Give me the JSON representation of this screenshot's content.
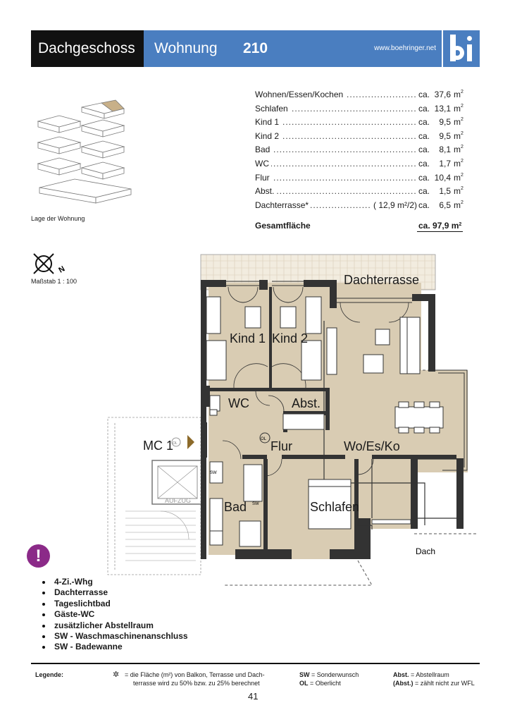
{
  "header": {
    "floor": "Dachgeschoss",
    "unit_label": "Wohnung",
    "unit_number": "210",
    "url": "www.boehringer.net",
    "logo": "boehringer-logo"
  },
  "areas": [
    {
      "label": "Wohnen/Essen/Kochen",
      "ca": "ca.",
      "value": "37,6",
      "unit": "m"
    },
    {
      "label": "Schlafen",
      "ca": "ca.",
      "value": "13,1",
      "unit": "m"
    },
    {
      "label": "Kind 1",
      "ca": "ca.",
      "value": "9,5",
      "unit": "m"
    },
    {
      "label": "Kind 2",
      "ca": "ca.",
      "value": "9,5",
      "unit": "m"
    },
    {
      "label": "Bad",
      "ca": "ca.",
      "value": "8,1",
      "unit": "m"
    },
    {
      "label": "WC",
      "ca": "ca.",
      "value": "1,7",
      "unit": "m"
    },
    {
      "label": "Flur",
      "ca": "ca.",
      "value": "10,4",
      "unit": "m"
    },
    {
      "label": "Abst.",
      "ca": "ca.",
      "value": "1,5",
      "unit": "m"
    },
    {
      "label": "Dachterrasse*",
      "extra": "( 12,9 m²/2)",
      "ca": "ca.",
      "value": "6,5",
      "unit": "m"
    }
  ],
  "total": {
    "label": "Gesamtfläche",
    "value": "ca. 97,9",
    "unit": "m"
  },
  "unit_sup": "2",
  "location_caption": "Lage der Wohnung",
  "scale": "Maßstab 1 : 100",
  "compass_letter": "N",
  "plan_labels": {
    "dachterrasse": "Dachterrasse",
    "kind1": "Kind 1",
    "kind2": "Kind 2",
    "wc": "WC",
    "abst": "Abst.",
    "mc": "MC 1",
    "mc_small": "OL",
    "ol": "OL",
    "flur": "Flur",
    "woesko": "Wo/Es/Ko",
    "bad": "Bad",
    "schlafen": "Schlafen",
    "aufzug": "AUFZUG",
    "dach": "Dach",
    "sw1": "SW",
    "sw2": "SW"
  },
  "notice_icon": "!",
  "features": [
    "4-Zi.-Whg",
    "Dachterrasse",
    "Tageslichtbad",
    "Gäste-WC",
    "zusätzlicher Abstellraum",
    "SW - Waschmaschinenanschluss",
    "SW - Badewanne"
  ],
  "legend": {
    "title": "Legende:",
    "star": "✲",
    "star_text_1": "= die Fläche (m²) von Balkon, Terrasse und Dach-",
    "star_text_2": "terrasse wird zu 50% bzw. zu 25% berechnet",
    "sw_key": "SW",
    "sw_text": "= Sonderwunsch",
    "ol_key": "OL",
    "ol_text": "= Oberlicht",
    "abst_key": "Abst.",
    "abst_text": "= Abstellraum",
    "abst2_key": "(Abst.)",
    "abst2_text": "= zählt nicht zur WFL"
  },
  "page_number": "41",
  "colors": {
    "header_black": "#111111",
    "header_blue": "#4a7ec0",
    "floor_fill": "#d9ccb3",
    "notice_purple": "#8b2a88",
    "wall": "#333333"
  }
}
